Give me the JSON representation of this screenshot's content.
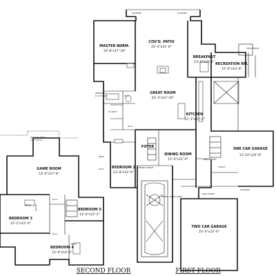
{
  "first_floor": {
    "title": "FIRST FLOOR",
    "small_labels": {
      "planter_left": "PLANTER",
      "planter_right": "PLANTER",
      "pool_equip": "POOL EQUIP",
      "dressing": "DRESSING",
      "dressing_dim": "6'-4\"x5'-10\"",
      "m_bath": "M. BATH",
      "wic_1": "W.I.C.",
      "wic_2": "W.I.C.",
      "bath": "BATH",
      "wic_3": "W.I.C.",
      "entry_porch": "ENTRY PORCH",
      "entry_court": "ENTRY COURT-YARD",
      "utility": "UTILITY",
      "storage": "STORAGE",
      "mud_room": "MUD ROOM",
      "bar_pantry": "BAR PANTRY"
    },
    "rooms": {
      "covd_patio": {
        "name": "COV'D. PATIO",
        "dim": "25'-4\"x21'-8\""
      },
      "master_bdrm": {
        "name": "MASTER BDRM.",
        "dim": "14'-8\"x17'-10\""
      },
      "breakfast": {
        "name": "BREAKFAST",
        "dim": "13'-0\"x10'-2\""
      },
      "recreation_rm": {
        "name": "RECREATION RM.",
        "dim": "15'-0\"x14'-8\""
      },
      "great_room": {
        "name": "GREAT ROOM",
        "dim": "22'-3\"x21'-10\""
      },
      "kitchen": {
        "name": "KITCHEN",
        "dim": "12'-3\"x23'-0\""
      },
      "one_car_garage": {
        "name": "ONE CAR GARAGE",
        "dim": "13'-10\"x24'-0\""
      },
      "foyer": {
        "name": "FOYER",
        "dim": ""
      },
      "dining_room": {
        "name": "DINING ROOM",
        "dim": "15'-0\"x11'-0\""
      },
      "bedroom_2": {
        "name": "BEDROOM 2",
        "dim": "12'-8\"x12'-0\""
      },
      "two_car_garage": {
        "name": "TWO CAR GARAGE",
        "dim": "23'-0\"x23'-0\""
      }
    }
  },
  "second_floor": {
    "title": "SECOND FLOOR",
    "small_labels": {
      "walk_in_attic": "WALK-IN ATTIC",
      "walk_in_attic_dim": "14'-4\"x8'-0\"",
      "bath_a": "BATH",
      "bath_b": "BATH",
      "wic_a": "W.I.C.",
      "wic_b": "W.I.C."
    },
    "rooms": {
      "game_room": {
        "name": "GAME ROOM",
        "dim": "14'-0\"x17'-8\""
      },
      "bedroom_3": {
        "name": "BEDROOM 3",
        "dim": "15'-2\"x12'-0\""
      },
      "bedroom_5": {
        "name": "BEDROOM 5",
        "dim": "14'-0\"x12'-2\""
      },
      "bedroom_4": {
        "name": "BEDROOM 4",
        "dim": "12'-6\"x14'-2\""
      }
    }
  }
}
